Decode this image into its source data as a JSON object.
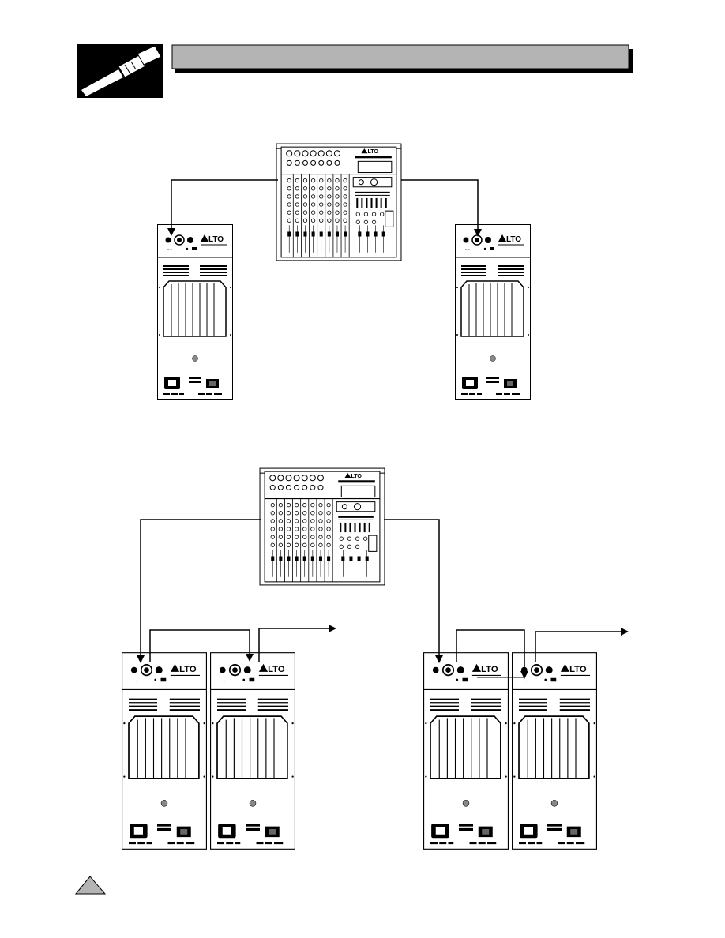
{
  "header": {
    "icon": "xlr-plug-icon",
    "title_bar_color": "#b4b4b4"
  },
  "brand": {
    "logo_text": "LTO",
    "logo_icon": "alto-triangle-icon"
  },
  "diagram_top": {
    "mixer": "mixer-panel",
    "speakers": [
      "speaker-left",
      "speaker-right"
    ]
  },
  "diagram_bottom": {
    "mixer": "mixer-panel",
    "speakers": [
      "speaker-a",
      "speaker-b",
      "speaker-c",
      "speaker-d"
    ],
    "outputs": [
      "link-out-arrow-left",
      "link-out-arrow-right"
    ]
  },
  "footer": {
    "page_marker_icon": "triangle-page-marker-icon"
  }
}
